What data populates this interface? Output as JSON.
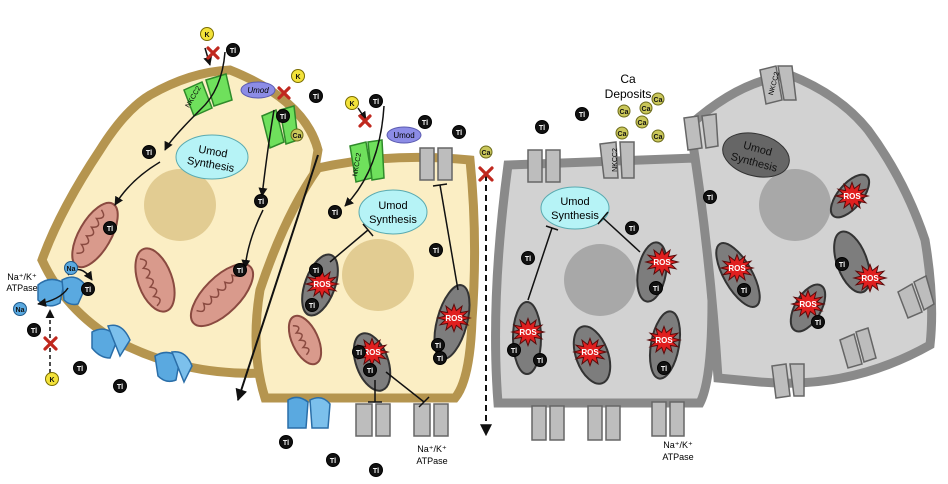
{
  "labels": {
    "tl": "Tl",
    "k": "K",
    "na": "Na",
    "ca": "Ca",
    "ros": "ROS",
    "umod": "Umod",
    "nkcc2": "NKCC2",
    "umod_synthesis_line1": "Umod",
    "umod_synthesis_line2": "Synthesis",
    "ca_deposits_line1": "Ca",
    "ca_deposits_line2": "Deposits",
    "atpase_line1": "Na⁺/K⁺",
    "atpase_line2": "ATPase"
  },
  "colors": {
    "healthy_cell": "#fbeec4",
    "healthy_border": "#b5954f",
    "diseased_cell": "#d2d2d2",
    "diseased_border": "#8a8a8a",
    "nkcc2": "#6fe05c",
    "umod_synthesis": "#b6f3f6",
    "ros": "#e01f1f",
    "atpase_blue": "#5aa9e0",
    "mito_healthy": "#d99a8c",
    "mito_diseased": "#7d7d7d",
    "umod_pill": "#8c8ce6",
    "k_ion": "#f3e23a",
    "ca_deposit": "#c9c65a"
  },
  "icons": [
    "thallium-ion-icon",
    "potassium-ion-icon",
    "sodium-ion-icon",
    "calcium-ion-icon",
    "ros-burst-icon",
    "inhibition-cross-icon",
    "nkcc2-channel-icon",
    "atpase-pump-icon",
    "mitochondrion-icon",
    "nucleus-icon"
  ]
}
